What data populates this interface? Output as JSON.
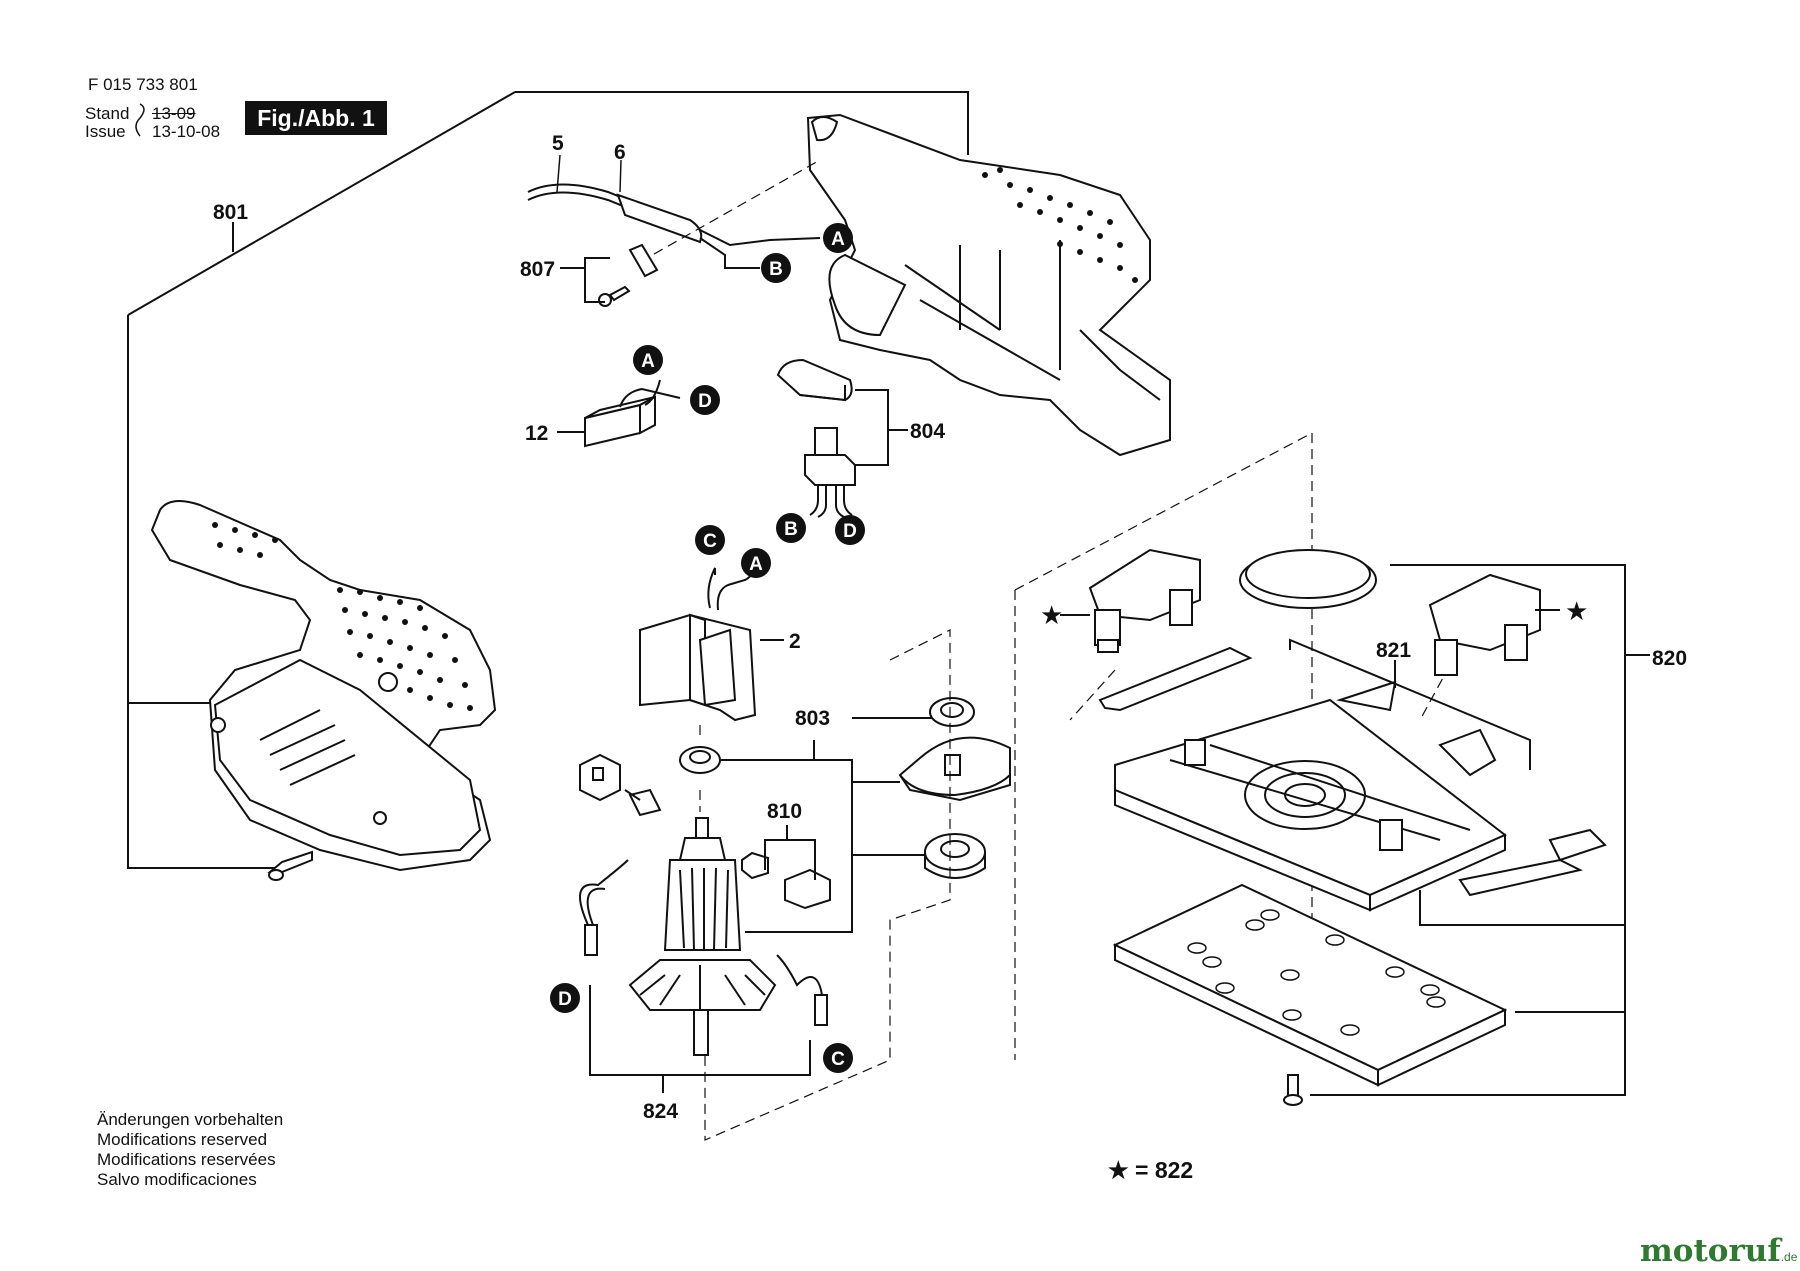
{
  "header": {
    "doc_number": "F 015 733 801",
    "stand_label": "Stand",
    "issue_label": "Issue",
    "stand_date_struck": "13-09",
    "issue_date": "13-10-08",
    "figure_label": "Fig./Abb. 1"
  },
  "part_numbers": {
    "p801": "801",
    "p5": "5",
    "p6": "6",
    "p807": "807",
    "p12": "12",
    "p804": "804",
    "p2": "2",
    "p803": "803",
    "p810": "810",
    "p824": "824",
    "p821": "821",
    "p820": "820"
  },
  "connectors": {
    "A": "A",
    "B": "B",
    "C": "C",
    "D": "D"
  },
  "footnote": {
    "star_equals": "★ = 822",
    "star": "★"
  },
  "notes": [
    "Änderungen vorbehalten",
    "Modifications reserved",
    "Modifications reservées",
    "Salvo modificaciones"
  ],
  "brand": {
    "name": "motoruf",
    "tld": ".de"
  }
}
